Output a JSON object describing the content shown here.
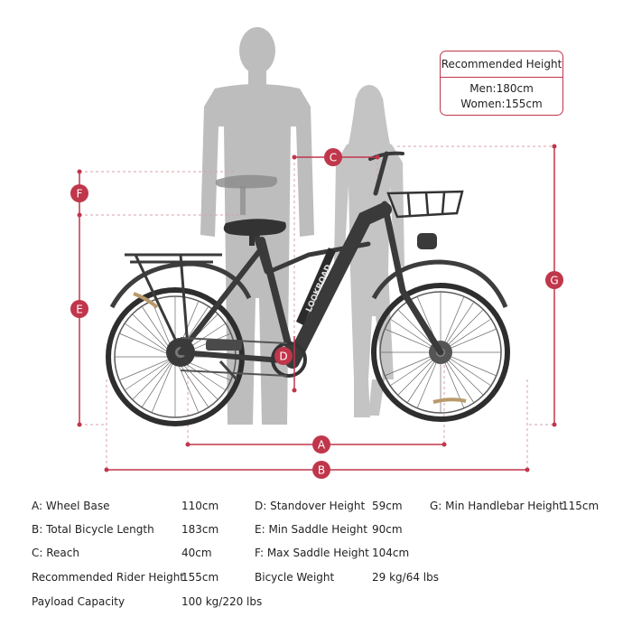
{
  "recommended": {
    "title": "Recommended Height",
    "men": "Men:180cm",
    "women": "Women:155cm"
  },
  "markers": {
    "a": "A",
    "b": "B",
    "c": "C",
    "d": "D",
    "e": "E",
    "f": "F",
    "g": "G"
  },
  "brand_text": "LOOKROAD",
  "colors": {
    "accent": "#c0364b",
    "dashed": "#d9a0a8",
    "silhouette": "#bdbdbd",
    "frame": "#3a3a3a",
    "text": "#222222"
  },
  "specs": [
    {
      "label": "A: Wheel Base",
      "value": "110cm"
    },
    {
      "label": "B: Total Bicycle Length",
      "value": "183cm"
    },
    {
      "label": "C: Reach",
      "value": "40cm"
    },
    {
      "label": "D: Standover Height",
      "value": "59cm"
    },
    {
      "label": "E: Min Saddle Height",
      "value": "90cm"
    },
    {
      "label": "F: Max Saddle Height",
      "value": "104cm"
    },
    {
      "label": "G: Min Handlebar Height",
      "value": "115cm"
    },
    {
      "label": "Recommended Rider Height",
      "value": "155cm"
    },
    {
      "label": "Bicycle Weight",
      "value": "29 kg/64 lbs"
    },
    {
      "label": "Payload Capacity",
      "value": "100 kg/220 lbs"
    }
  ]
}
